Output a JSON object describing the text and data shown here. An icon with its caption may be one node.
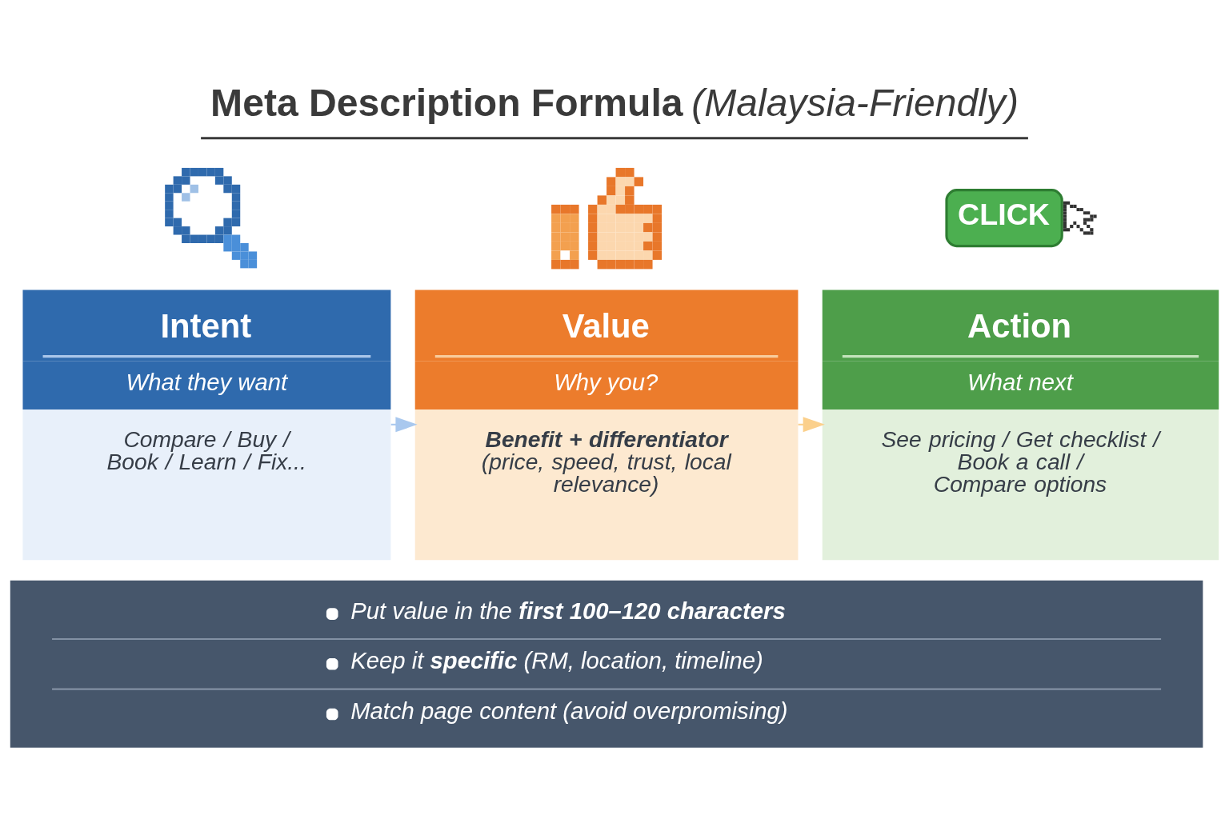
{
  "diagram": {
    "title": "**Meta Description Formula** *(Malaysia-Friendly)*",
    "nodes": [
      {
        "text": [
          "Intent",
          "What they want",
          "Compare / Buy / Book / Learn / Fix..."
        ]
      },
      {
        "text": [
          "Value",
          "Why you?",
          "**Benefit + differentiator** (price, speed, trust, local relevance)"
        ]
      },
      {
        "text": [
          "Action",
          "What next",
          "See pricing / Get checklist / Book a call / Compare options"
        ]
      },
      {
        "text": [
          "Put value in the **first 100–120 characters**",
          "Keep it **specific** (RM, location, timeline)",
          "Match page content (avoid overpromising)"
        ]
      }
    ],
    "edges": [
      {
        "from": 0,
        "to": 1,
        "arrow": "to",
        "color": "#a9c8ee"
      },
      {
        "from": 1,
        "to": 2,
        "arrow": "to",
        "color": "#fbd08c"
      }
    ],
    "labels": [
      "CLICK"
    ]
  }
}
